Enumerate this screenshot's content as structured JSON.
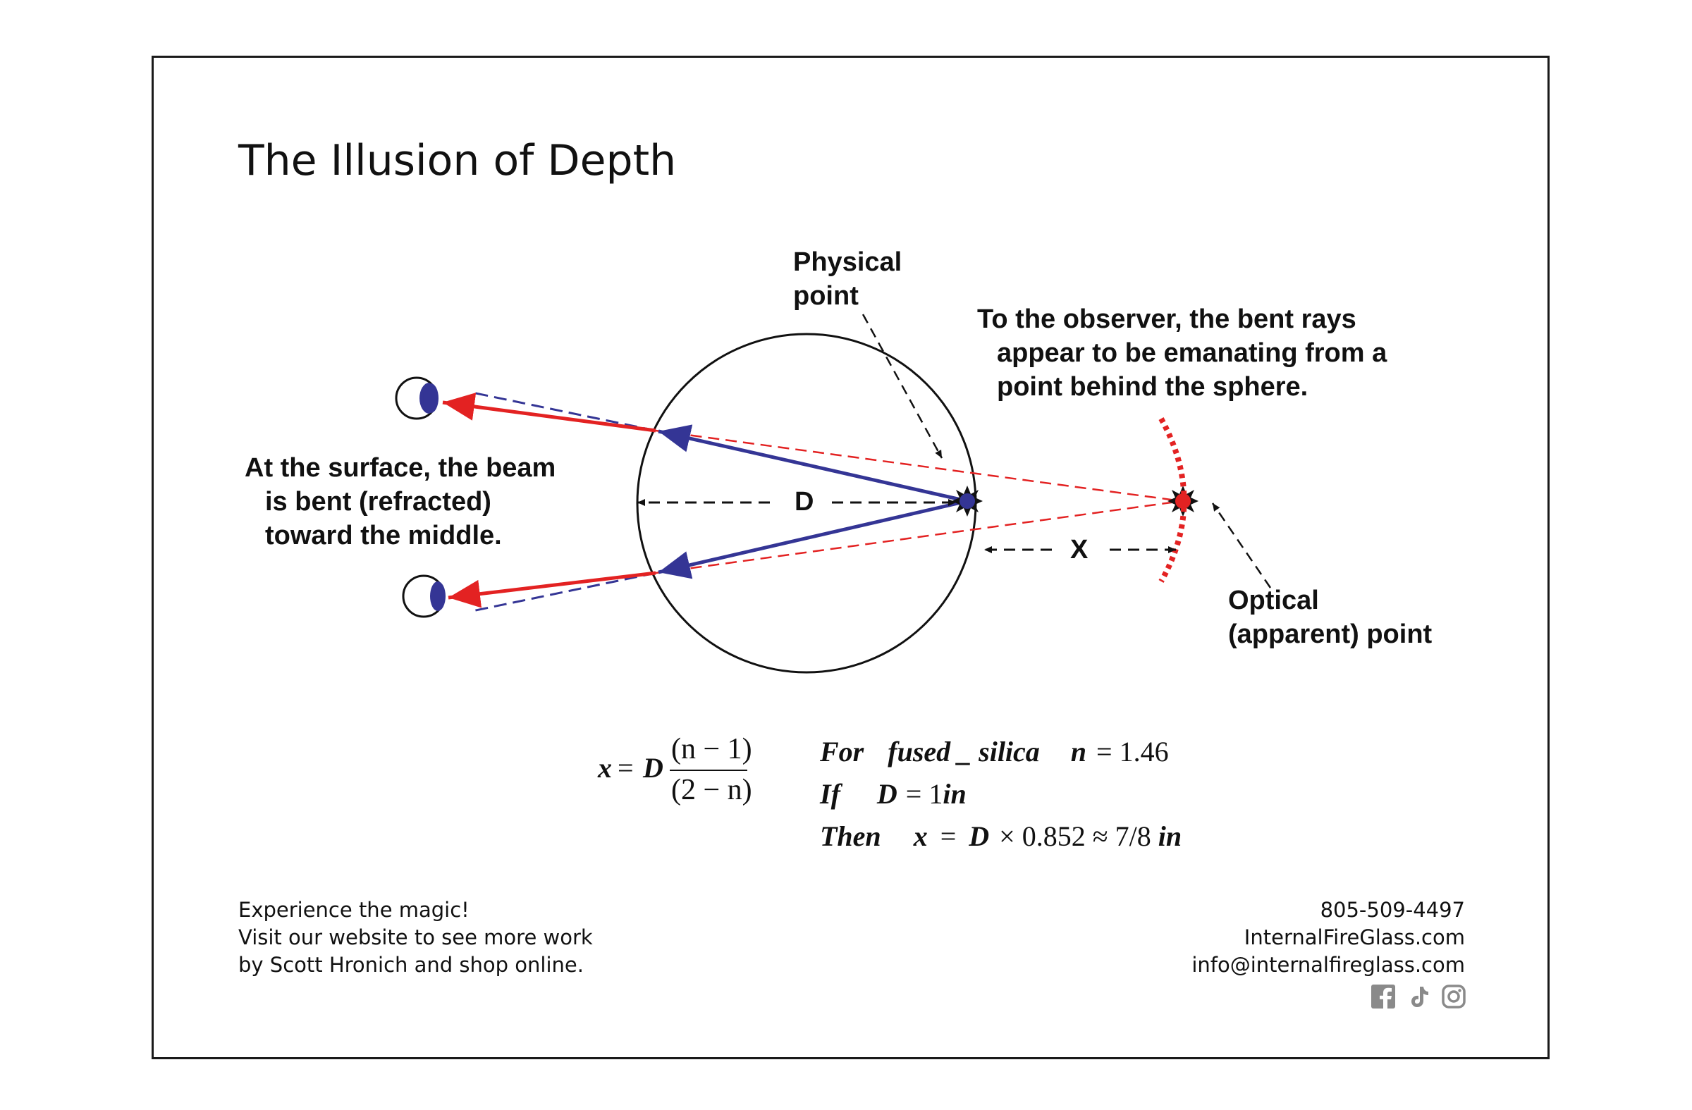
{
  "title": "The Illusion of Depth",
  "labels": {
    "physical_point": [
      "Physical",
      "point"
    ],
    "observer_note": [
      "To the observer, the bent rays",
      "appear to be emanating from a",
      "point behind the sphere."
    ],
    "surface_note": [
      "At the surface, the beam",
      "is bent (refracted)",
      "toward the middle."
    ],
    "optical_point": [
      "Optical",
      "(apparent) point"
    ],
    "diameter": "D",
    "offset": "X"
  },
  "formulas": {
    "main": {
      "lhs": "x",
      "eq": "=",
      "D": "D",
      "numerator": "(n − 1)",
      "denominator": "(2 − n)"
    },
    "for_line": {
      "word": "For",
      "material": "fused _ silica",
      "expr_var": "n",
      "expr_val": "= 1.46"
    },
    "if_line": {
      "word": "If",
      "var": "D",
      "val": "= 1",
      "unit": "in"
    },
    "then_line": {
      "word": "Then",
      "var": "x",
      "eq": "=",
      "D": "D",
      "rest": "× 0.852 ≈ 7/8",
      "unit": "in"
    }
  },
  "footer": {
    "left": [
      "Experience the magic!",
      "Visit our website to see more work",
      "by Scott Hronich and shop online."
    ],
    "right": [
      "805-509-4497",
      "InternalFireGlass.com",
      "info@internalfireglass.com"
    ]
  },
  "icons": [
    "facebook-icon",
    "tiktok-icon",
    "instagram-icon"
  ],
  "colors": {
    "ray_blue": "#343595",
    "ray_red": "#e32222",
    "apparent_red": "#e32222",
    "ink": "#111111"
  }
}
